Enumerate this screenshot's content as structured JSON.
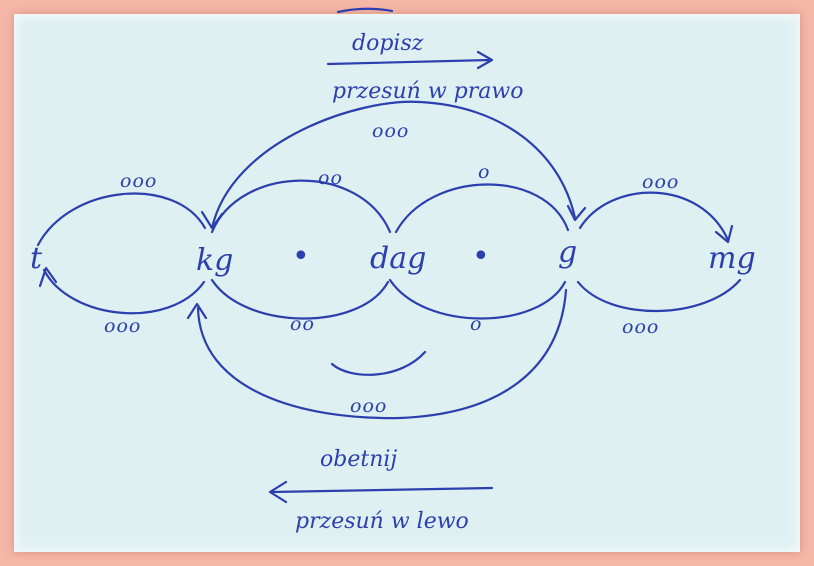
{
  "diagram": {
    "nodes": [
      {
        "id": "t",
        "label": "t"
      },
      {
        "id": "kg",
        "label": "kg"
      },
      {
        "id": "dag",
        "label": "dag"
      },
      {
        "id": "g",
        "label": "g"
      },
      {
        "id": "mg",
        "label": "mg"
      }
    ],
    "centre_dots": [
      "•",
      "•"
    ],
    "edge_labels": {
      "t_kg_top": "ooo",
      "t_kg_bottom": "ooo",
      "kg_dag_top": "oo",
      "kg_dag_bottom": "oo",
      "dag_g_top": "o",
      "dag_g_bottom": "o",
      "g_mg_top": "ooo",
      "g_mg_bottom": "ooo",
      "g_kg_over": "ooo",
      "g_kg_under": "ooo"
    },
    "top_caption": {
      "line1": "dopisz",
      "line2": "przesuń w prawo"
    },
    "bottom_caption": {
      "line1": "obetnij",
      "line2": "przesuń w lewo"
    },
    "ink_color": "#2c3fae",
    "paper_color": "#def0f2",
    "frame_color": "#f4b7a8"
  }
}
